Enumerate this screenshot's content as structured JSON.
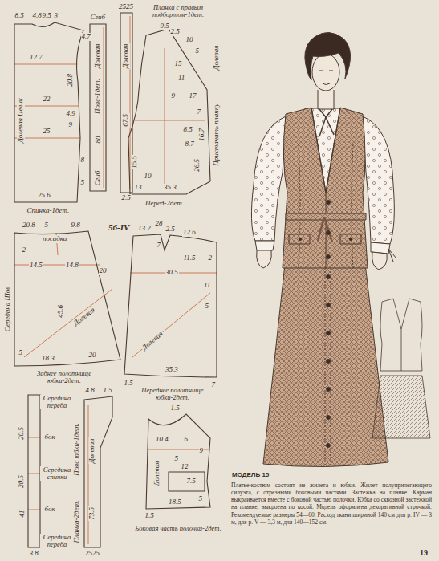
{
  "diagram": {
    "caption": "Платье-костюм состоит из жилета и юбки. Жилет полуприлегающего силуэта, с отрезными боковыми частями. Застежка на планке. Карман выкраивается вместе с боковой частью полочки. Юбка со сквозной застежкой на планке, выкроена по косой. Модель оформлена декоративной строчкой. Рекомендуемые размеры 54—60. Расход ткани шириной 140 см для р. IV — 3 м, для р. V — 3,3 м, для 140—152 см.",
    "nodes": [
      {
        "text": [
          "Долевая Целик",
          "Спинка-1дет."
        ]
      },
      {
        "text": [
          "Сгиб",
          "Долевая",
          "Пояс-1дет.",
          "Сгиб"
        ]
      },
      {
        "text": [
          "Планка с правым подбортом-1дет.",
          "Долевая"
        ]
      },
      {
        "text": [
          "Долевая",
          "Пристачать планку",
          "Перед-2дет."
        ]
      },
      {
        "text": [
          "Середина Шов",
          "Долевая",
          "Заднее полотнище юбки-2дет."
        ]
      },
      {
        "text": [
          "Долевая",
          "Переднее полотнище юбки-2дет."
        ]
      },
      {
        "text": [
          "Середина переда",
          "бок",
          "Середина спинки",
          "бок",
          "Середина переда",
          "Пояс юбки-1дет."
        ]
      },
      {
        "text": [
          "Долевая",
          "Планка-2дет."
        ]
      },
      {
        "text": [
          "Долевая",
          "Боковая часть полочки-2дет."
        ]
      }
    ],
    "labels": [
      "8.5",
      "4.8",
      "9.5",
      "3",
      "4.7",
      "12.7",
      "20.8",
      "22",
      "4.9",
      "9",
      "25",
      "8",
      "5",
      "25.6",
      "80",
      "2525",
      "67.5",
      "2.5",
      "9.5",
      "2.5",
      "10",
      "5",
      "15",
      "11",
      "9",
      "17",
      "7",
      "16.7",
      "8.5",
      "8.7",
      "26.5",
      "15.5",
      "10",
      "13",
      "35.3",
      "20.8",
      "5",
      "9.8",
      "посадка",
      "2",
      "14.5",
      "14.8",
      "20",
      "45.6",
      "5",
      "18.3",
      "20",
      "56-IV",
      "13.2",
      "28",
      "2.5",
      "12.6",
      "7",
      "11.5",
      "30.5",
      "2",
      "11",
      "5",
      "35.3",
      "1.5",
      "7",
      "20.5",
      "20.5",
      "41",
      "3.8",
      "4.8",
      "1.5",
      "73.5",
      "2525",
      "1.5",
      "10.4",
      "6",
      "9",
      "5",
      "12",
      "7.5",
      "5",
      "18.5",
      "1.5",
      "МОДЕЛЬ 15",
      "19"
    ]
  }
}
